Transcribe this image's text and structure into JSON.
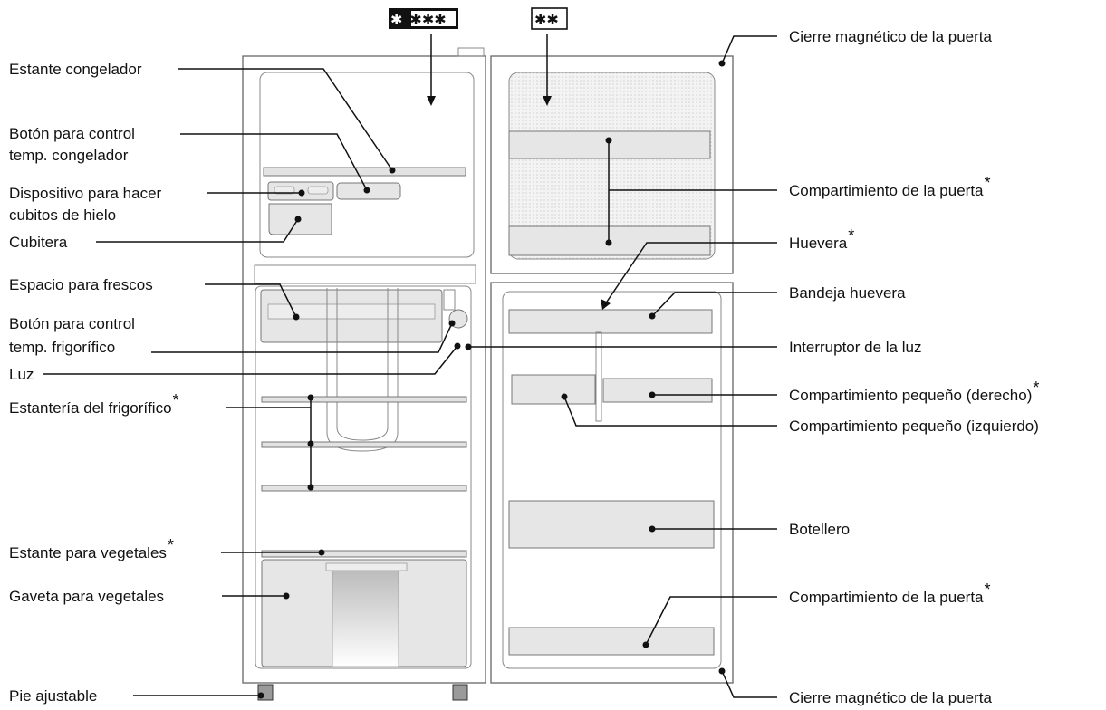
{
  "freezer_symbol": "✱✱✱✱",
  "door_symbol": "✱✱",
  "labels_left": {
    "estante_congelador": "Estante congelador",
    "boton_congelador_1": "Botón para control",
    "boton_congelador_2": "temp. congelador",
    "dispositivo_1": "Dispositivo para hacer",
    "dispositivo_2": "cubitos de hielo",
    "cubitera": "Cubitera",
    "espacio_frescos": "Espacio para frescos",
    "boton_frigorifico_1": "Botón para control",
    "boton_frigorifico_2": "temp. frigorífico",
    "luz": "Luz",
    "estanteria_frigorifico": "Estantería del frigorífico",
    "estante_vegetales": "Estante para vegetales",
    "gaveta_vegetales": "Gaveta para vegetales",
    "pie_ajustable": "Pie ajustable"
  },
  "labels_right": {
    "cierre_superior": "Cierre magnético de la puerta",
    "compartimiento_puerta_superior": "Compartimiento de la puerta",
    "huevera": "Huevera",
    "bandeja_huevera": "Bandeja huevera",
    "interruptor_luz": "Interruptor de la luz",
    "compartimiento_derecho": "Compartimiento pequeño (derecho)",
    "compartimiento_izquierdo": "Compartimiento pequeño (izquierdo)",
    "botellero": "Botellero",
    "compartimiento_puerta_inferior": "Compartimiento de la puerta",
    "cierre_inferior": "Cierre magnético de la puerta"
  },
  "asterisk": "*"
}
